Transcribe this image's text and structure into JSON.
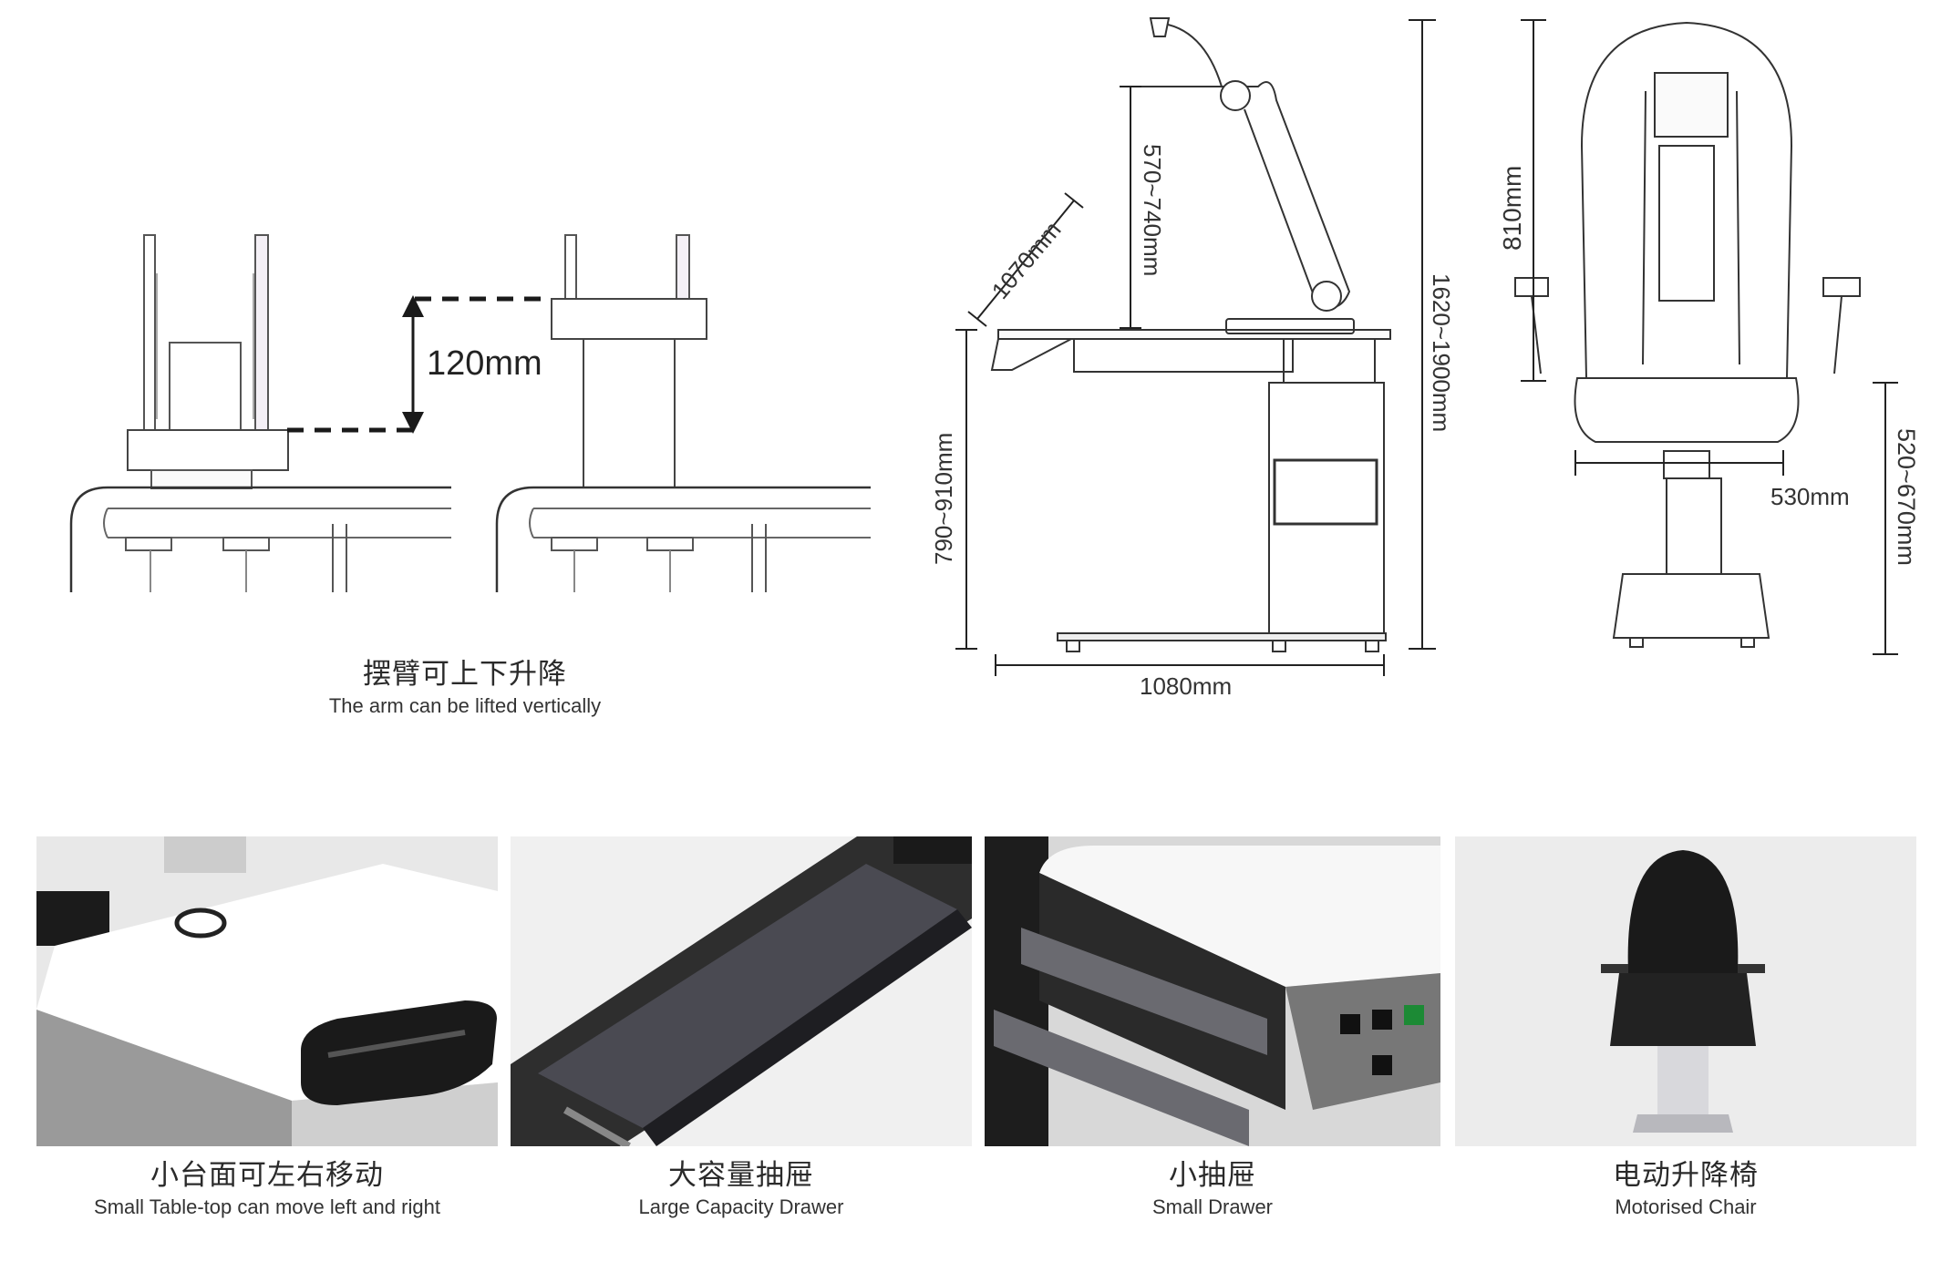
{
  "arm": {
    "height_label": "120mm",
    "caption_zh": "摆臂可上下升降",
    "caption_en": "The arm can be lifted vertically"
  },
  "table_dims": {
    "arm_height": "570~740mm",
    "depth": "1070mm",
    "overall_height": "1620~1900mm",
    "table_height": "790~910mm",
    "width": "1080mm"
  },
  "chair_dims": {
    "back_height": "810mm",
    "seat_width": "530mm",
    "seat_height": "520~670mm"
  },
  "features": [
    {
      "zh": "小台面可左右移动",
      "en": "Small Table-top can move left and right"
    },
    {
      "zh": "大容量抽屉",
      "en": "Large Capacity Drawer"
    },
    {
      "zh": "小抽屉",
      "en": "Small Drawer"
    },
    {
      "zh": "电动升降椅",
      "en": "Motorised Chair"
    }
  ]
}
